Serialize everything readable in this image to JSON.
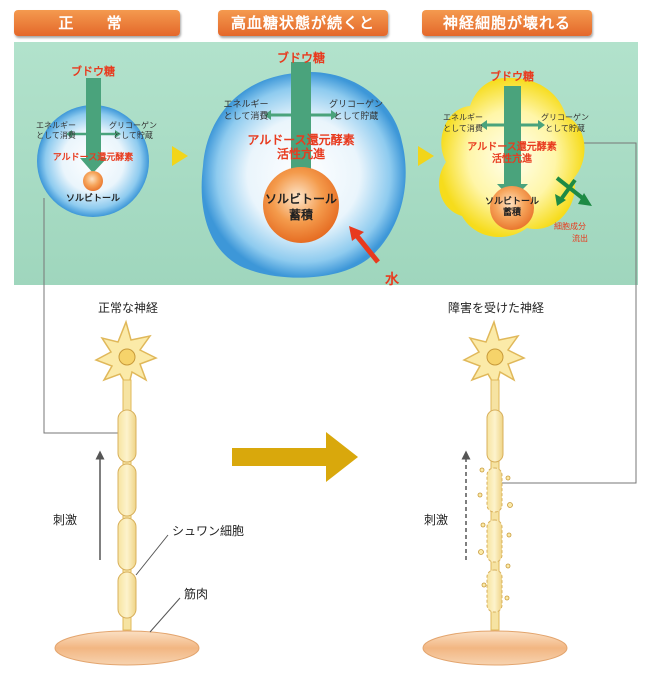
{
  "headers": {
    "normal": "正 常",
    "high_glucose": "高血糖状態が続くと",
    "destroyed": "神経細胞が壊れる"
  },
  "cell_normal": {
    "glucose": "ブドウ糖",
    "energy_line1": "エネルギー",
    "energy_line2": "として消費",
    "glycogen_line1": "グリコーゲン",
    "glycogen_line2": "として貯蔵",
    "enzyme": "アルドース還元酵素",
    "sorbitol": "ソルビトール"
  },
  "cell_high": {
    "glucose": "ブドウ糖",
    "energy_line1": "エネルギー",
    "energy_line2": "として消費",
    "glycogen_line1": "グリコーゲン",
    "glycogen_line2": "として貯蔵",
    "enzyme_line1": "アルドース還元酵素",
    "enzyme_line2": "活性亢進",
    "sorbitol_line1": "ソルビトール",
    "sorbitol_line2": "蓄積",
    "water": "水"
  },
  "cell_broken": {
    "glucose": "ブドウ糖",
    "energy_line1": "エネルギー",
    "energy_line2": "として消費",
    "glycogen_line1": "グリコーゲン",
    "glycogen_line2": "として貯蔵",
    "enzyme_line1": "アルドース還元酵素",
    "enzyme_line2": "活性亢進",
    "sorbitol_line1": "ソルビトール",
    "sorbitol_line2": "蓄積",
    "outflow_line1": "細胞成分",
    "outflow_line2": "流出"
  },
  "nerves": {
    "normal_title": "正常な神経",
    "damaged_title": "障害を受けた神経",
    "stimulus_left": "刺激",
    "stimulus_right": "刺激",
    "schwann": "シュワン細胞",
    "muscle": "筋肉"
  },
  "colors": {
    "header": "#e4672a",
    "panel": "#a8dcc4",
    "label_red": "#e83a1e",
    "arrow_green": "#4aa37c",
    "arrow_gold": "#d9a80c",
    "cell_blue": "#4ba3de",
    "broken_yellow": "#f7e21e",
    "sorbitol_orange": "#f08a3a"
  }
}
